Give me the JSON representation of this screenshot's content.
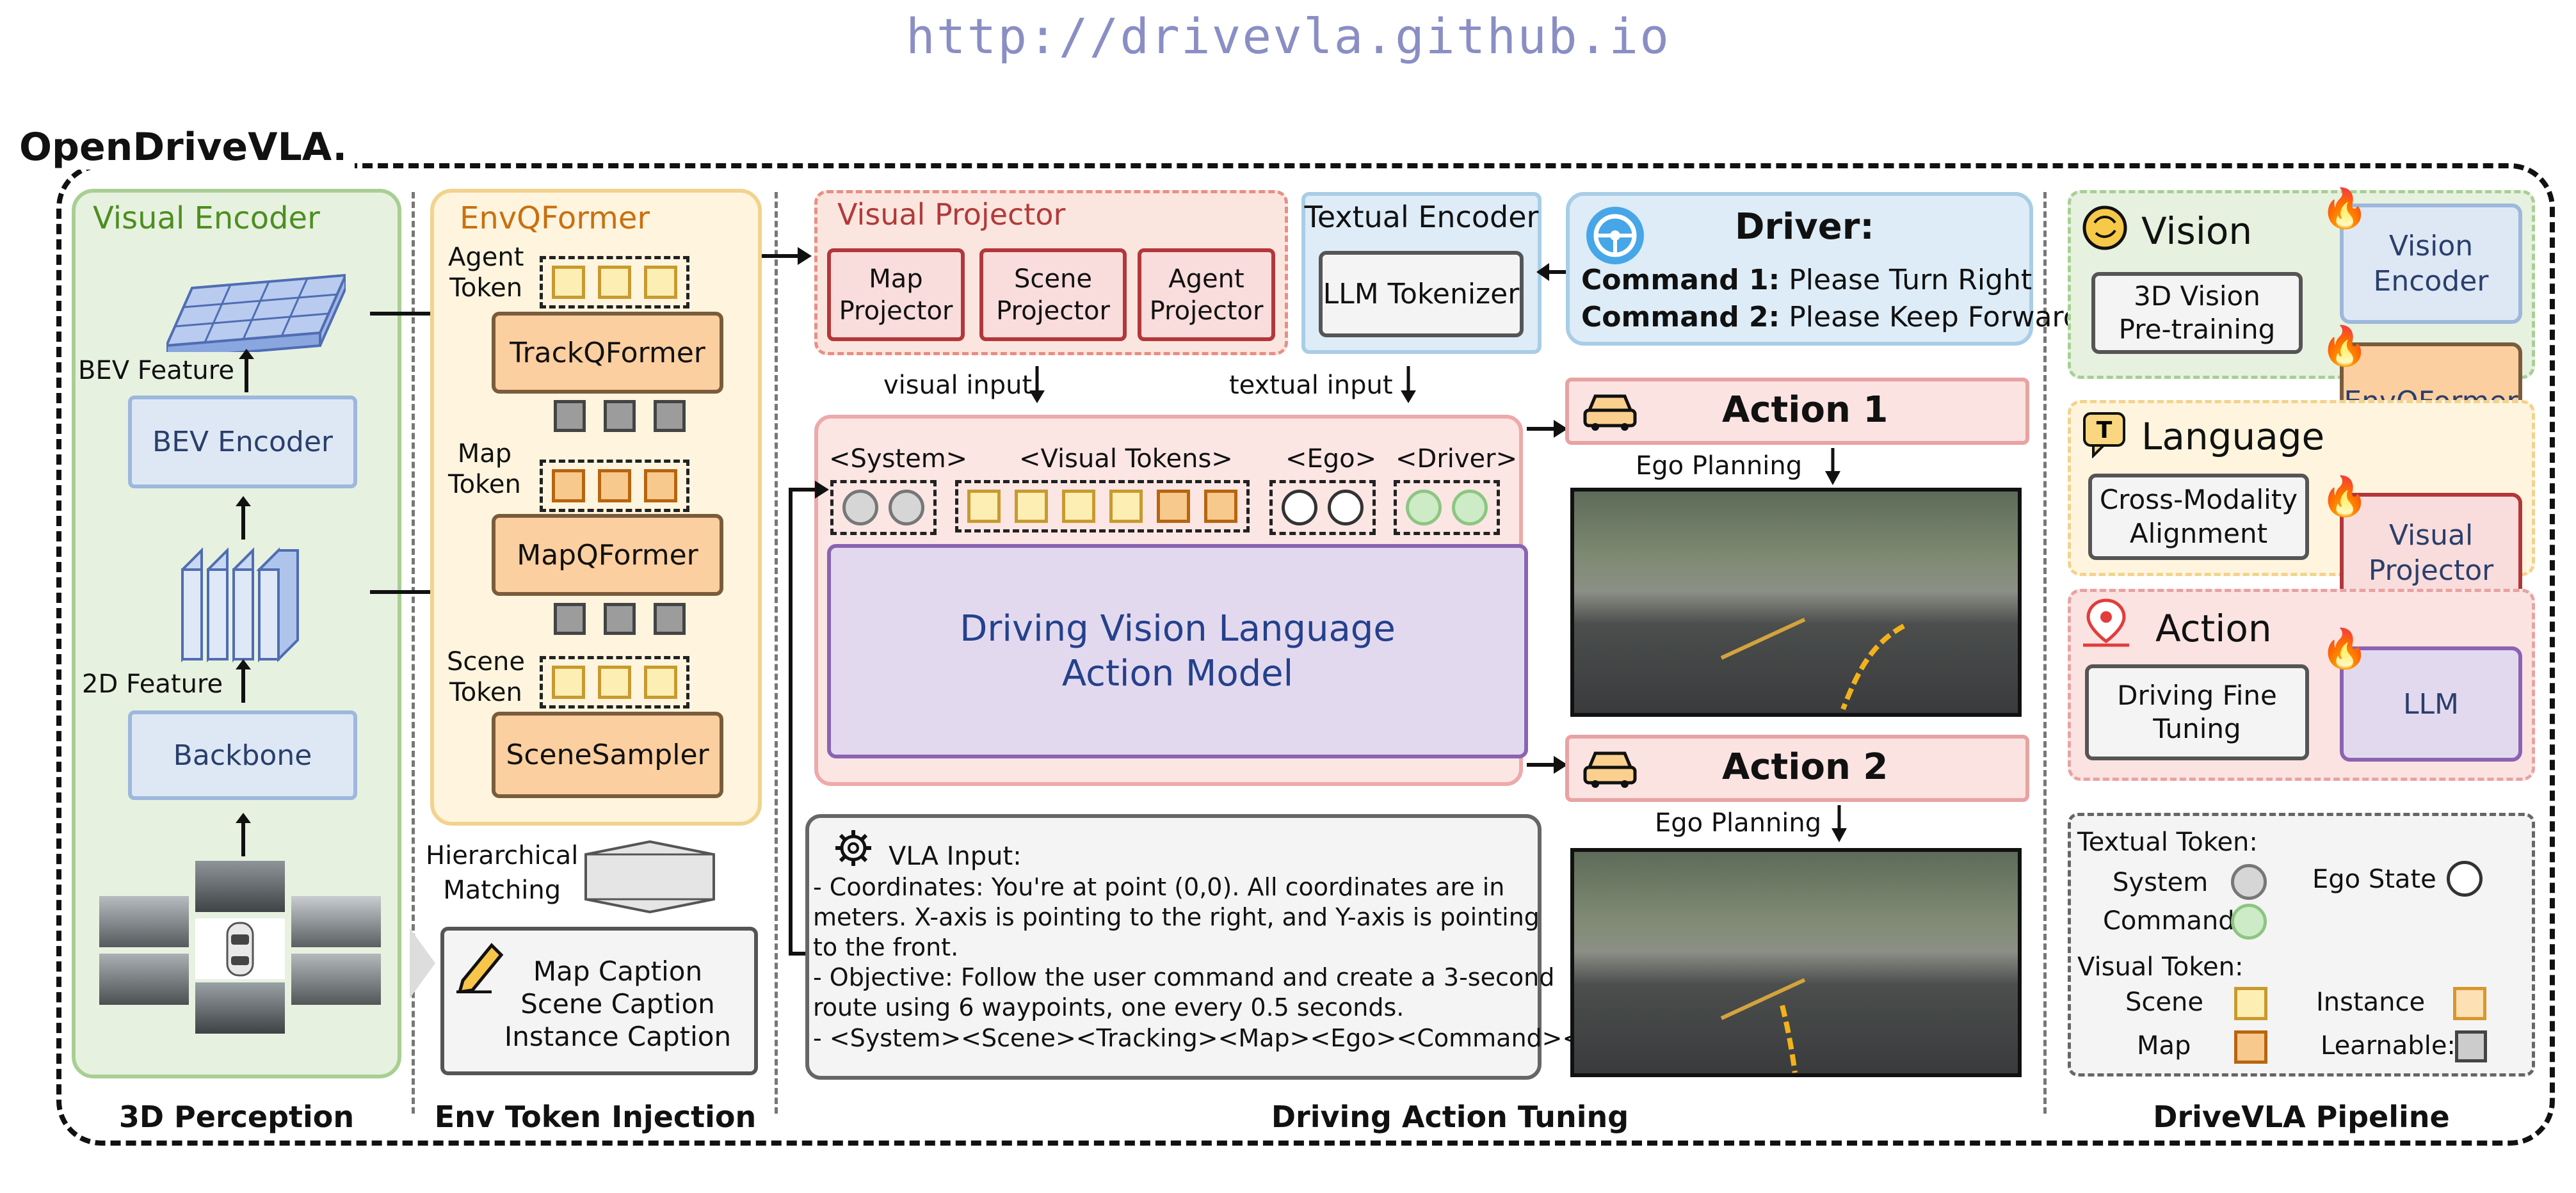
{
  "url": "http://drivevla.github.io",
  "title": "OpenDriveVLA.",
  "sections": {
    "perception": "3D Perception",
    "env": "Env Token Injection",
    "tuning": "Driving Action Tuning",
    "pipeline": "DriveVLA Pipeline"
  },
  "visual_encoder": {
    "header": "Visual Encoder",
    "bev_feature": "BEV Feature",
    "bev_encoder": "BEV Encoder",
    "feature_2d": "2D Feature",
    "backbone": "Backbone"
  },
  "envq": {
    "header": "EnvQFormer",
    "agent_token": "Agent\nToken",
    "track": "TrackQFormer",
    "map_token": "Map\nToken",
    "map": "MapQFormer",
    "scene_token": "Scene\nToken",
    "scene": "SceneSampler"
  },
  "hierarchical": "Hierarchical\nMatching",
  "captions": [
    "Map Caption",
    "Scene Caption",
    "Instance Caption"
  ],
  "projector": {
    "header": "Visual Projector",
    "items": [
      "Map\nProjector",
      "Scene\nProjector",
      "Agent\nProjector"
    ]
  },
  "textual_encoder": {
    "header": "Textual Encoder",
    "tokenizer": "LLM Tokenizer"
  },
  "driver": {
    "title": "Driver:",
    "cmd1_label": "Command 1:",
    "cmd1_text": " Please Turn Right",
    "cmd2_label": "Command 2:",
    "cmd2_text": " Please Keep Forward"
  },
  "visual_input": "visual input",
  "textual_input": "textual input",
  "tokens": {
    "system": "<System>",
    "visual": "<Visual Tokens>",
    "ego": "<Ego>",
    "driver": "<Driver>"
  },
  "model": "Driving Vision Language\nAction Model",
  "vla_input": {
    "header": "VLA Input:",
    "lines": [
      "- Coordinates: You're at point (0,0). All coordinates are in",
      "meters. X-axis is pointing to the right, and Y-axis is pointing",
      "to the front.",
      "- Objective: Follow the user command and create a 3-second",
      "route using 6 waypoints, one every 0.5 seconds.",
      "- <System><Scene><Tracking><Map><Ego><Command><Question>"
    ]
  },
  "action1": "Action 1",
  "action2": "Action 2",
  "ego_planning": "Ego Planning",
  "pipeline": {
    "vision": "Vision",
    "vision_pre": "3D Vision\nPre-training",
    "vision_enc": "Vision\nEncoder",
    "envq": "EnvQFormer",
    "language": "Language",
    "cross": "Cross-Modality\nAlignment",
    "visual_proj": "Visual\nProjector",
    "action": "Action",
    "finetune": "Driving Fine\nTuning",
    "llm": "LLM"
  },
  "legend": {
    "textual": "Textual Token:",
    "system": "System",
    "ego_state": "Ego State",
    "command": "Command",
    "visual": "Visual Token:",
    "scene": "Scene",
    "instance": "Instance",
    "map": "Map",
    "learnable": "Learnable:"
  },
  "icons": [
    "steering-wheel-icon",
    "car-icon",
    "gear-icon",
    "pen-icon",
    "fire-icon",
    "brain-icon",
    "chat-icon",
    "location-pin-icon"
  ]
}
